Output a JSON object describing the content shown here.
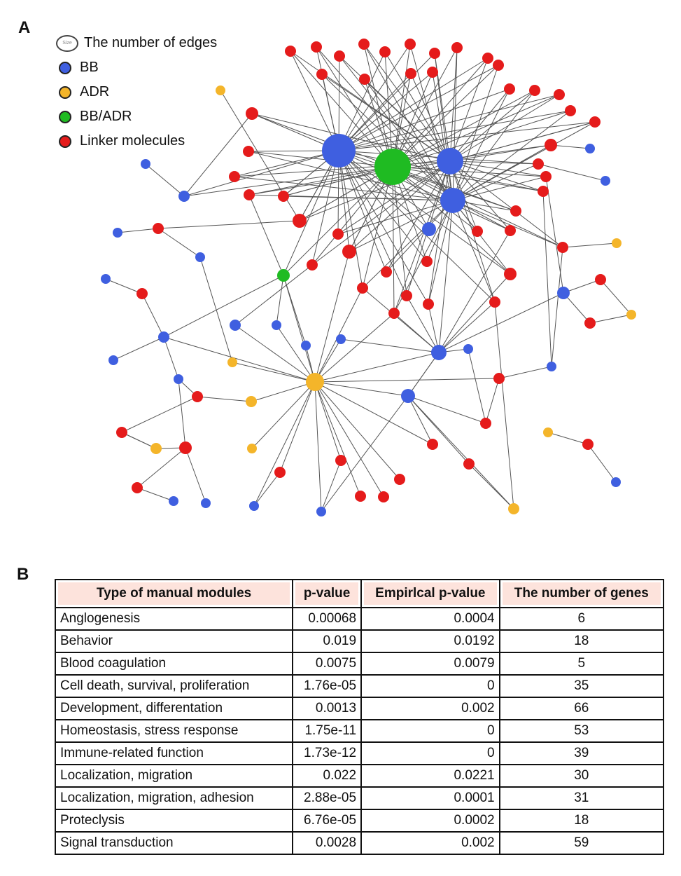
{
  "panel_a_label": "A",
  "panel_b_label": "B",
  "legend": {
    "size_item": {
      "icon_text": "Size",
      "label": "The number of edges"
    },
    "items": [
      {
        "label": "BB",
        "color": "#3f5fe0"
      },
      {
        "label": "ADR",
        "color": "#f4b52a"
      },
      {
        "label": "BB/ADR",
        "color": "#1fbb22"
      },
      {
        "label": "Linker molecules",
        "color": "#e51b1b"
      }
    ]
  },
  "colors": {
    "BB": "#3f5fe0",
    "ADR": "#f4b52a",
    "BB/ADR": "#1fbb22",
    "Linker": "#e51b1b",
    "edge": "#555555"
  },
  "network": {
    "nodes": [
      {
        "id": "H1",
        "type": "BB",
        "size": "xl"
      },
      {
        "id": "H2",
        "type": "BB/ADR",
        "size": "xl"
      },
      {
        "id": "H3",
        "type": "BB",
        "size": "l"
      },
      {
        "id": "H4",
        "type": "BB",
        "size": "l"
      },
      {
        "id": "A1",
        "type": "ADR",
        "size": "l"
      },
      {
        "id": "B1",
        "type": "BB",
        "size": "m"
      },
      {
        "id": "B2",
        "type": "BB",
        "size": "m"
      },
      {
        "id": "B3",
        "type": "BB",
        "size": "m"
      },
      {
        "id": "G2",
        "type": "BB/ADR",
        "size": "m"
      }
    ]
  },
  "table": {
    "headers": [
      "Type of manual modules",
      "p-value",
      "Empirlcal p-value",
      "The number of genes"
    ],
    "rows": [
      [
        "Anglogenesis",
        "0.00068",
        "0.0004",
        "6"
      ],
      [
        "Behavior",
        "0.019",
        "0.0192",
        "18"
      ],
      [
        "Blood coagulation",
        "0.0075",
        "0.0079",
        "5"
      ],
      [
        "Cell death, survival, proliferation",
        "1.76e-05",
        "0",
        "35"
      ],
      [
        "Development, differentation",
        "0.0013",
        "0.002",
        "66"
      ],
      [
        "Homeostasis, stress response",
        "1.75e-11",
        "0",
        "53"
      ],
      [
        "Immune-related function",
        "1.73e-12",
        "0",
        "39"
      ],
      [
        "Localization, migration",
        "0.022",
        "0.0221",
        "30"
      ],
      [
        "Localization, migration, adhesion",
        "2.88e-05",
        "0.0001",
        "31"
      ],
      [
        "Proteclysis",
        "6.76e-05",
        "0.0002",
        "18"
      ],
      [
        "Signal transduction",
        "0.0028",
        "0.002",
        "59"
      ]
    ]
  }
}
